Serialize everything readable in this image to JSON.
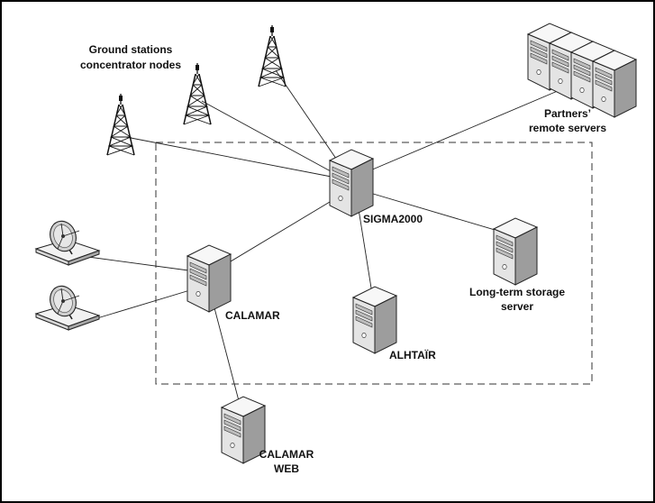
{
  "diagram": {
    "labels": {
      "ground_stations_line1": "Ground stations",
      "ground_stations_line2": "concentrator nodes",
      "partners_line1": "Partners’",
      "partners_line2": "remote servers",
      "sigma": "SIGMA2000",
      "calamar": "CALAMAR",
      "alhtair": "ALHTAÏR",
      "storage_line1": "Long-term storage",
      "storage_line2": "server",
      "calamar_web_line1": "CALAMAR",
      "calamar_web_line2": "WEB"
    },
    "nodes": [
      {
        "id": "sigma2000",
        "kind": "server"
      },
      {
        "id": "calamar",
        "kind": "server"
      },
      {
        "id": "alhtair",
        "kind": "server"
      },
      {
        "id": "long-term-storage",
        "kind": "server"
      },
      {
        "id": "calamar-web",
        "kind": "server"
      },
      {
        "id": "partners",
        "kind": "server-rack"
      },
      {
        "id": "tower-1",
        "kind": "antenna-tower"
      },
      {
        "id": "tower-2",
        "kind": "antenna-tower"
      },
      {
        "id": "tower-3",
        "kind": "antenna-tower"
      },
      {
        "id": "dish-1",
        "kind": "satellite-dish"
      },
      {
        "id": "dish-2",
        "kind": "satellite-dish"
      }
    ],
    "edges": [
      [
        "tower-1",
        "sigma2000"
      ],
      [
        "tower-2",
        "sigma2000"
      ],
      [
        "tower-3",
        "sigma2000"
      ],
      [
        "partners",
        "sigma2000"
      ],
      [
        "sigma2000",
        "calamar"
      ],
      [
        "sigma2000",
        "alhtair"
      ],
      [
        "sigma2000",
        "long-term-storage"
      ],
      [
        "dish-1",
        "calamar"
      ],
      [
        "dish-2",
        "calamar"
      ],
      [
        "calamar",
        "calamar-web"
      ]
    ],
    "colors": {
      "line": "#222222",
      "server_light": "#f4f4f4",
      "server_dark": "#9a9a9a",
      "border": "#000000"
    }
  }
}
